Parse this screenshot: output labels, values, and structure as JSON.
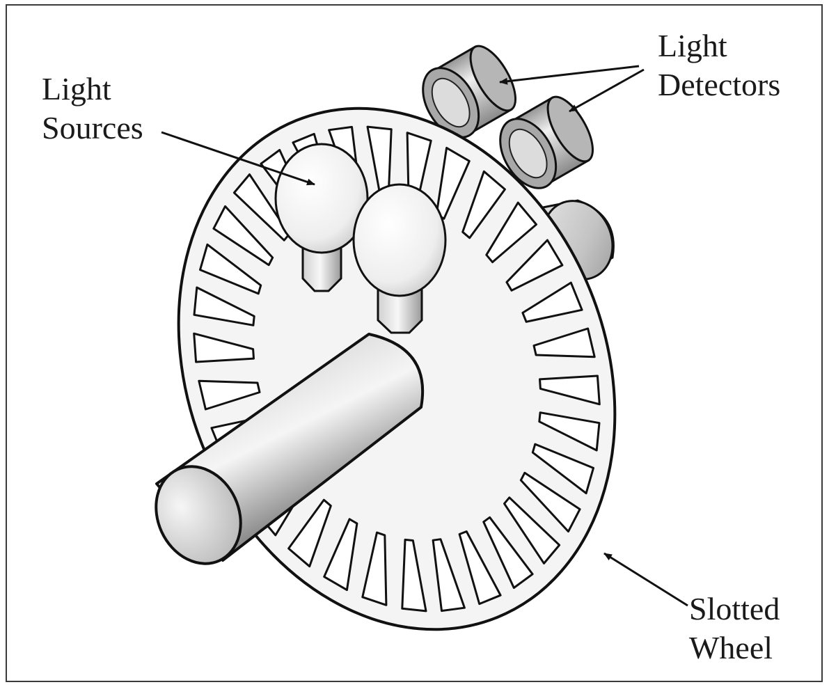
{
  "labels": {
    "light_sources": {
      "line1": "Light",
      "line2": "Sources"
    },
    "light_detectors": {
      "line1": "Light",
      "line2": "Detectors"
    },
    "slotted_wheel": {
      "line1": "Slotted",
      "line2": "Wheel"
    }
  },
  "colors": {
    "frame": "#3a3a3a",
    "outline": "#111111",
    "wheel_face": "#f4f4f4",
    "metal_light": "#f2f2f2",
    "metal_mid": "#c2c2c2",
    "metal_dark": "#8a8a8a",
    "bulb_glass": "#f7f7f7"
  },
  "wheel": {
    "slot_count": 32
  }
}
